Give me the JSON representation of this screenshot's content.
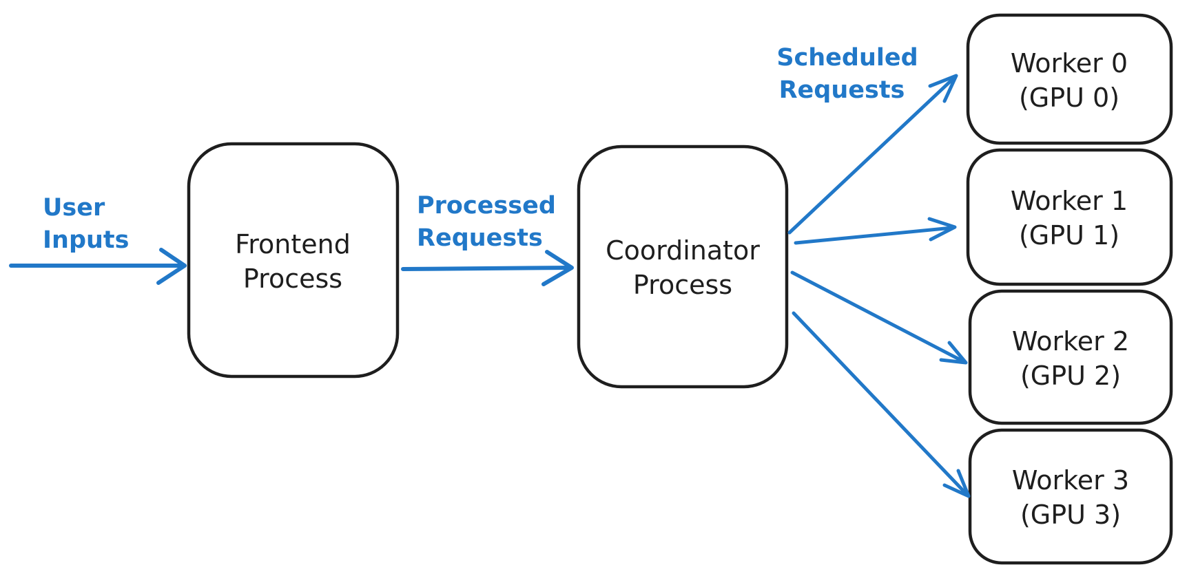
{
  "diagram": {
    "background": "#ffffff",
    "stroke_color": "#1e1e1e",
    "accent_color": "#2178c8",
    "nodes": {
      "frontend": {
        "line1": "Frontend",
        "line2": "Process"
      },
      "coordinator": {
        "line1": "Coordinator",
        "line2": "Process"
      },
      "worker0": {
        "line1": "Worker 0",
        "line2": "(GPU 0)"
      },
      "worker1": {
        "line1": "Worker 1",
        "line2": "(GPU 1)"
      },
      "worker2": {
        "line1": "Worker 2",
        "line2": "(GPU 2)"
      },
      "worker3": {
        "line1": "Worker 3",
        "line2": "(GPU 3)"
      }
    },
    "edge_labels": {
      "user_inputs": {
        "line1": "User",
        "line2": "Inputs"
      },
      "processed_requests": {
        "line1": "Processed",
        "line2": "Requests"
      },
      "scheduled_requests": {
        "line1": "Scheduled",
        "line2": "Requests"
      }
    }
  }
}
